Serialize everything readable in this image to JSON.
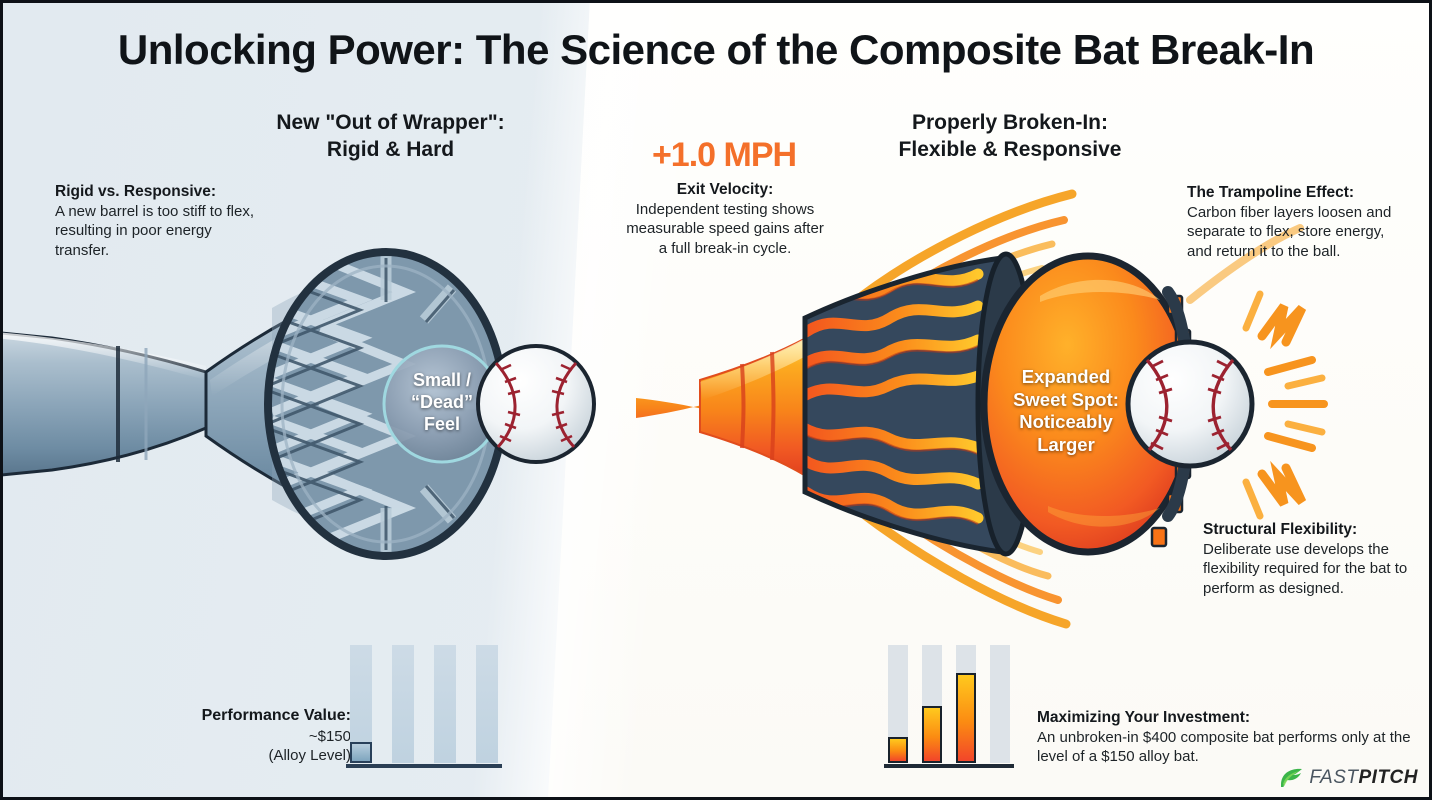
{
  "title": "Unlocking Power: The Science of the Composite Bat Break-In",
  "panels": {
    "left": {
      "heading_line1": "New \"Out of Wrapper\":",
      "heading_line2": "Rigid & Hard"
    },
    "right": {
      "heading_line1": "Properly Broken-In:",
      "heading_line2": "Flexible & Responsive"
    }
  },
  "center_stat": {
    "value": "+1.0 MPH",
    "title": "Exit Velocity:",
    "body": "Independent testing shows measurable speed gains after a full break-in cycle."
  },
  "callouts": {
    "rigid": {
      "title": "Rigid vs. Responsive:",
      "body": "A new barrel is too stiff to flex, resulting in poor energy transfer."
    },
    "trampoline": {
      "title": "The Trampoline Effect:",
      "body": "Carbon fiber layers loosen and separate to flex, store energy, and return it to the ball."
    },
    "flexibility": {
      "title": "Structural Flexibility:",
      "body": "Deliberate use develops the flexibility required for the bat to perform as designed."
    },
    "maximizing": {
      "title": "Maximizing Your Investment:",
      "body": "An unbroken-in $400 composite bat performs only at the level of a $150 alloy bat."
    },
    "performance": {
      "title": "Performance Value:",
      "line1": "~$150",
      "line2": "(Alloy Level)"
    }
  },
  "barrel_badges": {
    "left": "Small /\n“Dead”\nFeel",
    "left_l1": "Small /",
    "left_l2": "“Dead”",
    "left_l3": "Feel",
    "right_l1": "Expanded",
    "right_l2": "Sweet Spot:",
    "right_l3": "Noticeably",
    "right_l4": "Larger"
  },
  "logo": {
    "text_light": "FAST",
    "text_bold": "PITCH",
    "icon": "green-leaf-icon"
  },
  "colors": {
    "accent_orange": "#f4702a",
    "bg_left": "#e4ebf0",
    "bg_right": "#fdfdfb",
    "ink": "#101418",
    "steel": "#7fa5be",
    "navy": "#2a3f55",
    "logo_green": "#3bb54a"
  },
  "chart_data": [
    {
      "type": "bar",
      "id": "performance-value-chart-left",
      "title": "Performance Value: ~$150 (Alloy Level)",
      "categories": [
        "1",
        "2",
        "3",
        "4"
      ],
      "values": [
        18,
        100,
        100,
        100
      ],
      "ghost_values": [
        100,
        100,
        100,
        100
      ],
      "ylim": [
        0,
        100
      ],
      "xlabel": "",
      "ylabel": "",
      "grid": false,
      "legend": "none",
      "note": "Only the first bar is filled (solid steel-blue); remaining bars are faded ghost bars showing unrealized potential."
    },
    {
      "type": "bar",
      "id": "performance-value-chart-right",
      "title": "Maximizing Your Investment",
      "categories": [
        "1",
        "2",
        "3",
        "4"
      ],
      "values": [
        22,
        48,
        76,
        100
      ],
      "ghost_values": [
        100,
        100,
        100,
        100
      ],
      "ylim": [
        0,
        100
      ],
      "xlabel": "",
      "ylabel": "",
      "grid": false,
      "legend": "none",
      "note": "Ascending orange/yellow gradient bars showing performance climbing to full potential after break-in."
    }
  ]
}
